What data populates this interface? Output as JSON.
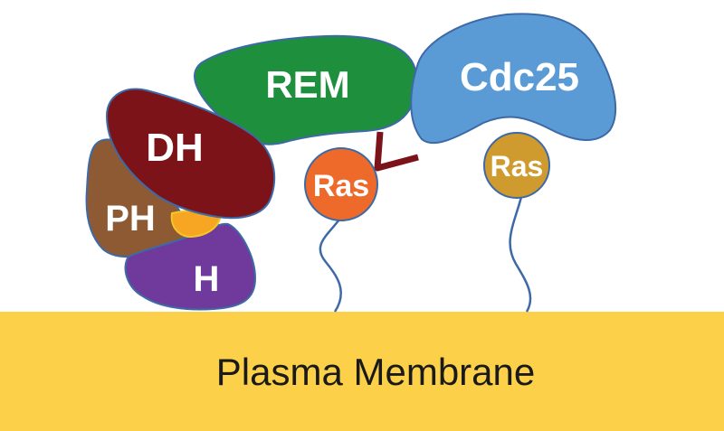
{
  "membrane": {
    "label": "Plasma Membrane",
    "color": "#fcd149"
  },
  "domains": {
    "rem": {
      "label": "REM",
      "color": "#1e8f3d"
    },
    "cdc25": {
      "label": "Cdc25",
      "color": "#5b9bd5"
    },
    "dh": {
      "label": "DH",
      "color": "#7b1319"
    },
    "ph": {
      "label": "PH",
      "color": "#8e5a33"
    },
    "h": {
      "label": "H",
      "color": "#6f3a9c"
    },
    "ras_allosteric": {
      "label": "Ras",
      "color": "#ee6a2a"
    },
    "ras_catalytic": {
      "label": "Ras",
      "color": "#cf9b2e"
    }
  },
  "colors": {
    "outline": "#3d6aa6",
    "linker": "#7b1319",
    "tether": "#3d6aa6",
    "dh_ph_patch": "#f6a623"
  }
}
